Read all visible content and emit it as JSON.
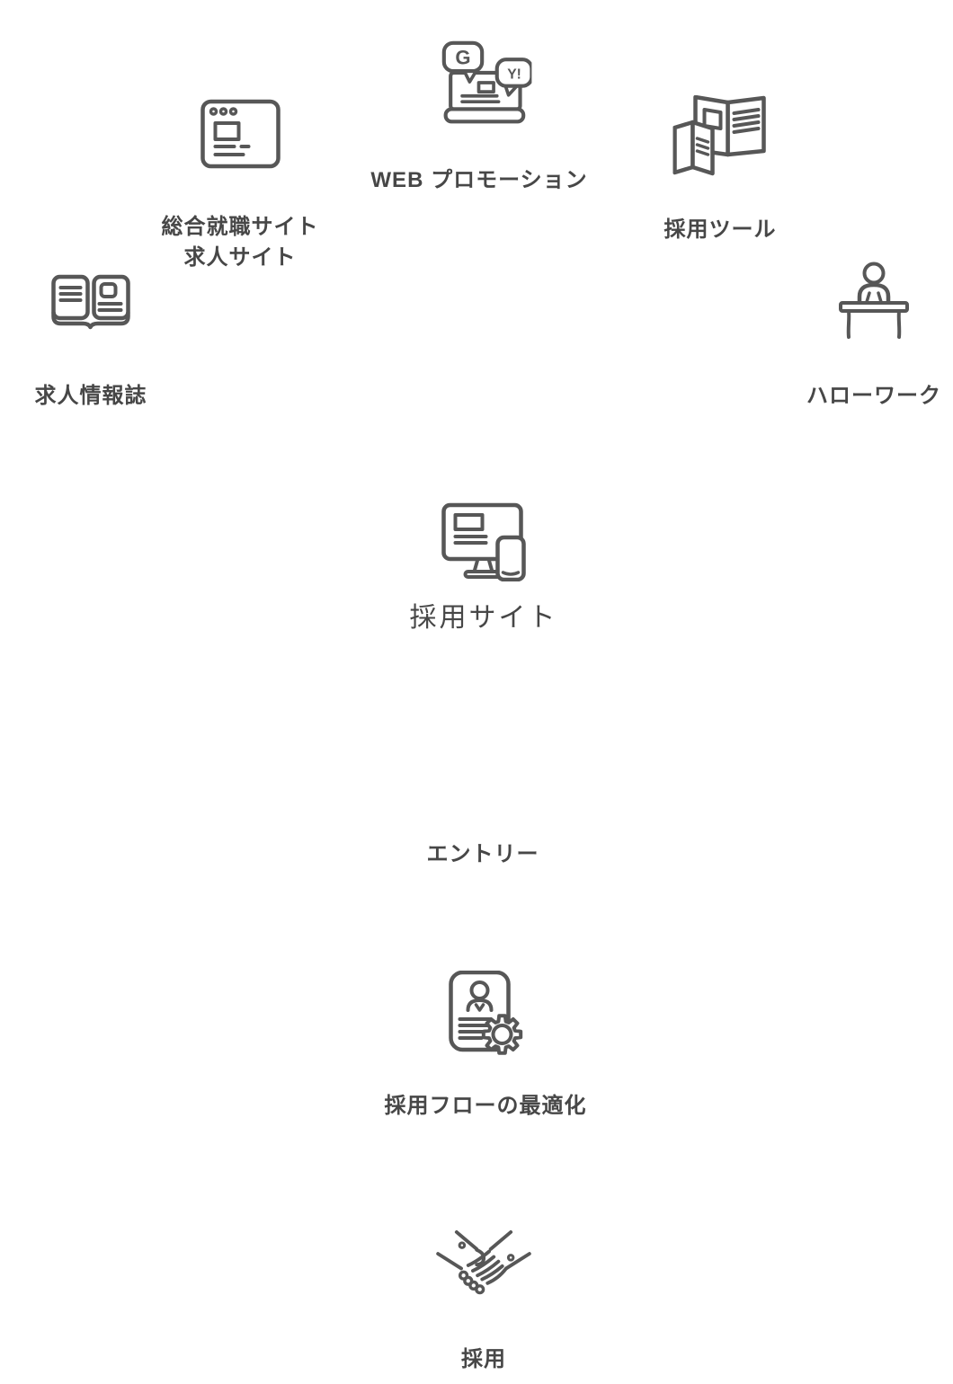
{
  "palette": {
    "background": "#ffffff",
    "icon_stroke": "#575757",
    "label_color": "#474747"
  },
  "diagram": {
    "nodes": {
      "web_promotion": {
        "label": "WEB プロモーション",
        "bubble_google": "G",
        "bubble_yahoo": "Y!"
      },
      "job_sites": {
        "label_line1": "総合就職サイト",
        "label_line2": "求人サイト"
      },
      "recruiting_tools": {
        "label": "採用ツール"
      },
      "job_magazine": {
        "label": "求人情報誌"
      },
      "hello_work": {
        "label": "ハローワーク"
      },
      "recruiting_site": {
        "label": "採用サイト"
      },
      "entry": {
        "label": "エントリー"
      },
      "flow_optimization": {
        "label": "採用フローの最適化"
      },
      "hired": {
        "label": "採用"
      }
    }
  }
}
